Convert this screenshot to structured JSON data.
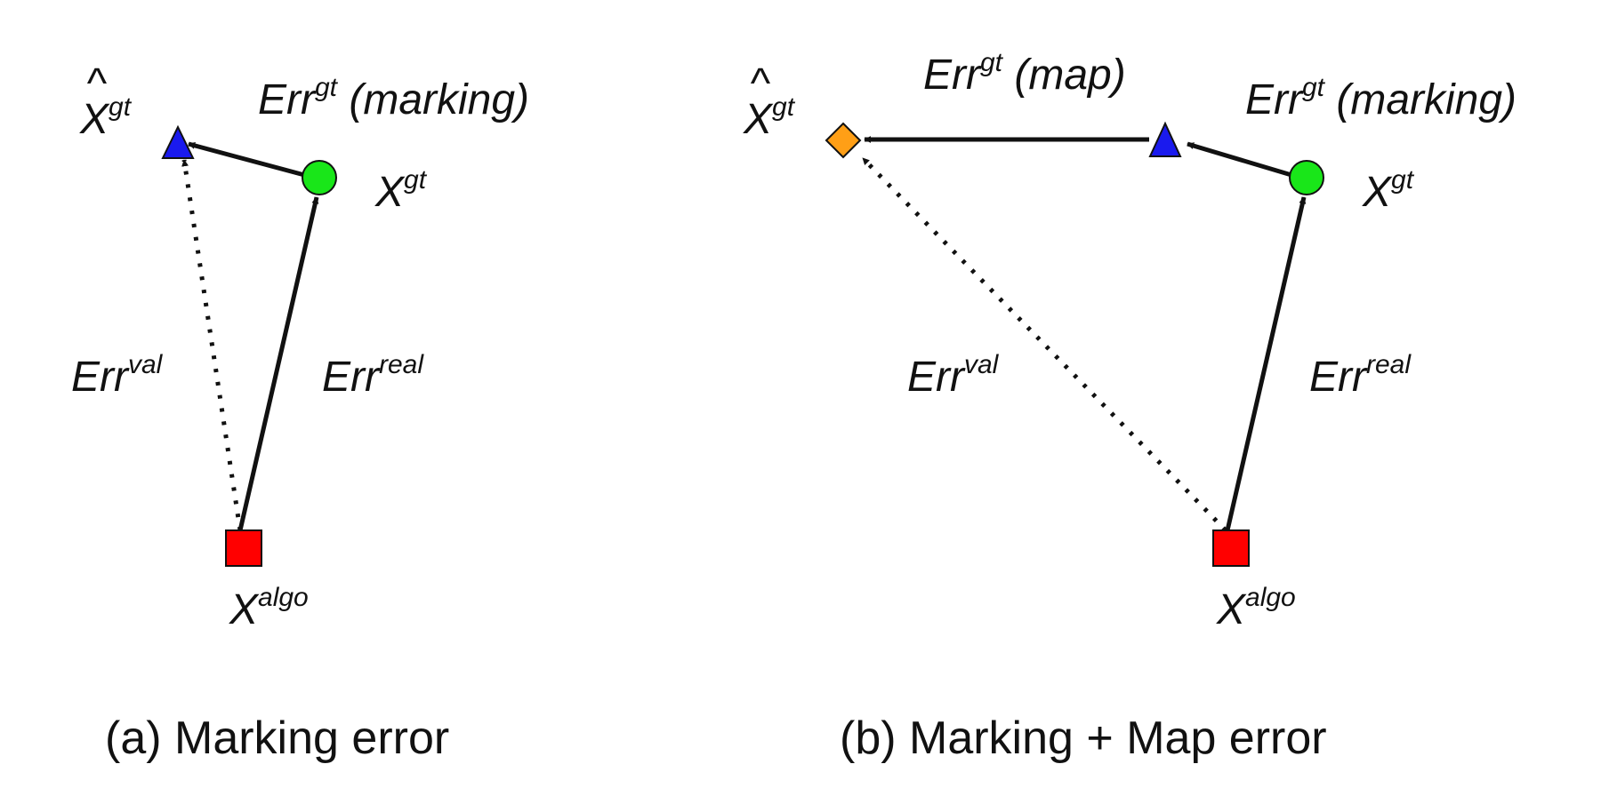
{
  "colors": {
    "ground_truth_point": "#19e619",
    "marked_point": "#1a1aee",
    "algorithm_point": "#ff0000",
    "mapped_point": "#ff9f16",
    "outline": "#111111"
  },
  "panel_a": {
    "caption": "(a) Marking error",
    "x_hat_gt": {
      "base": "X",
      "hat": "^",
      "sup": "gt"
    },
    "x_gt": {
      "base": "X",
      "sup": "gt"
    },
    "x_algo": {
      "base": "X",
      "sup": "algo"
    },
    "err_gt_marking": {
      "base": "Err",
      "sup": "gt",
      "suffix": " (marking)"
    },
    "err_val": {
      "base": "Err",
      "sup": "val"
    },
    "err_real": {
      "base": "Err",
      "sup": "real"
    }
  },
  "panel_b": {
    "caption": "(b) Marking + Map error",
    "x_hat_gt": {
      "base": "X",
      "hat": "^",
      "sup": "gt"
    },
    "x_gt": {
      "base": "X",
      "sup": "gt"
    },
    "x_algo": {
      "base": "X",
      "sup": "algo"
    },
    "err_gt_map": {
      "base": "Err",
      "sup": "gt",
      "suffix": " (map)"
    },
    "err_gt_marking": {
      "base": "Err",
      "sup": "gt",
      "suffix": " (marking)"
    },
    "err_val": {
      "base": "Err",
      "sup": "val"
    },
    "err_real": {
      "base": "Err",
      "sup": "real"
    }
  }
}
